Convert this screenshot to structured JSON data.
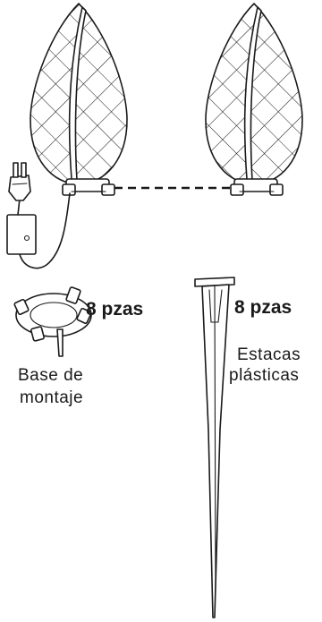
{
  "quantities": {
    "base_qty": "8 pzas",
    "stake_qty": "8 pzas"
  },
  "captions": {
    "base_line1": "Base de",
    "base_line2": "montaje",
    "stake_line1": "Estacas",
    "stake_line2": "plásticas"
  },
  "colors": {
    "ink": "#1a1a1a",
    "background": "#ffffff"
  },
  "icons": [
    "lattice-bulb-icon",
    "plug-icon",
    "mounting-base-icon",
    "plastic-stake-icon"
  ]
}
